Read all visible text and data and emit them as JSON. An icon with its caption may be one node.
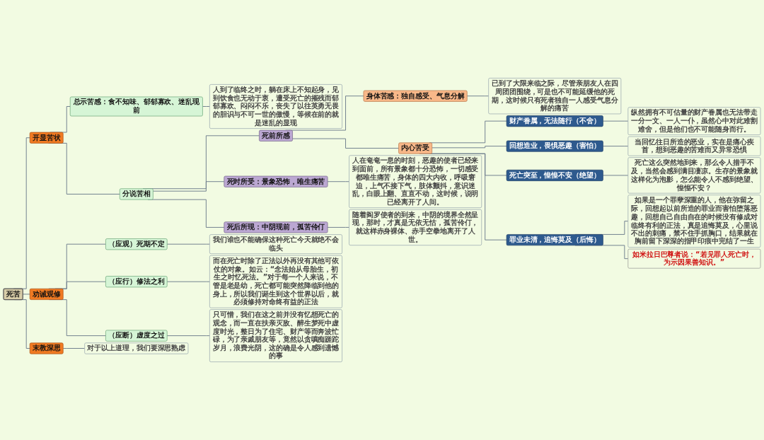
{
  "diagram": {
    "nodes": [
      {
        "text": [
          "死苦"
        ]
      },
      {
        "text": [
          "开显苦状"
        ]
      },
      {
        "text": [
          "总示苦感：食不知味、郁郁寡欢、迷乱现前"
        ]
      },
      {
        "text": [
          "人到了临终之时，躺在床上不知起身，见到饮食也无动于衷，遭受死亡的摧残而郁郁寡欢、闷闷不乐，丧失了以往英勇无畏的胆识与不可一世的傲慢，等候在前的就是迷乱的显现"
        ]
      },
      {
        "text": [
          "分说苦相"
        ]
      },
      {
        "text": [
          "死前所感"
        ]
      },
      {
        "text": [
          "身体苦感：独自感受、气息分解"
        ]
      },
      {
        "text": [
          "已到了大限来临之际，尽管亲朋友人在四周团团围绕，可是也不可能延缓他的死期，这时候只有死者独自一人感受气息分解的痛苦"
        ]
      },
      {
        "text": [
          "内心苦受"
        ]
      },
      {
        "text": [
          "财产眷属，无法随行（不舍）"
        ]
      },
      {
        "text": [
          "纵然拥有不可估量的财产眷属也无法带走一分一文、一人一仆，虽然心中对此难割难舍，但是他们也不可能随身而行。"
        ]
      },
      {
        "text": [
          "回想造业，畏惧恶趣（害怕）"
        ]
      },
      {
        "text": [
          "当回忆往日所造的恶业，实在是痛心疾首，想到恶趣的苦难而又异常恐惧"
        ]
      },
      {
        "text": [
          "死亡突至，惶惶不安（绝望）"
        ]
      },
      {
        "text": [
          "死亡这么突然地到来，那么令人措手不及，当然会感到满目凄凉。生存的景象就这样化为泡影，怎么能令人不感到绝望、惶惶不安？"
        ]
      },
      {
        "text": [
          "罪业未清，追悔莫及（后悔）"
        ]
      },
      {
        "text": [
          "如果是一个罪孽深重的人，他在弥留之际，回想起以前所造的罪业而害怕堕落恶趣，回想自己自由自在的时候没有修成对临终有利的正法，真是追悔莫及，心里说不出的刺痛，禁不住手抓胸口，结果就在胸前留下深深的指甲印痕中完结了一生"
        ]
      },
      {
        "text": [
          "如米拉日巴尊者说：“若见罪人死亡时，为示因果善知识。”"
        ]
      },
      {
        "text": [
          "死时所受：景象恐怖，唯生痛苦"
        ]
      },
      {
        "text": [
          "人在奄奄一息的时刻，恶趣的使者已经来到面前，所有景象都十分恐怖，一切感受都唯生痛苦，身体的四大内收，呼吸窘迫，上气不接下气，肢体颤抖，意识迷乱，白眼上翻、直直不动，这时候，说明已经离开了人间。"
        ]
      },
      {
        "text": [
          "死后所现：中阴现前，孤苦伶仃"
        ]
      },
      {
        "text": [
          "随着阎罗使者的到来，中阴的境界全然呈现，那时，才真是无依无怙，孤苦伶仃，就这样赤身裸体、赤手空拳地离开了人世。"
        ]
      },
      {
        "text": [
          "劝诫观修"
        ]
      },
      {
        "text": [
          "（应观）死期不定"
        ]
      },
      {
        "text": [
          "我们谁也不能确保这种死亡今天就绝不会临头"
        ]
      },
      {
        "text": [
          "（应行）修法之利"
        ]
      },
      {
        "text": [
          "而在死亡时除了正法以外再没有其他可依仗的对象。如云：“念法始从母胎生，初生之时忆死法。”对于每一个人来说，不管是老是幼，死亡都可能突然降临到他的身上，所以我们诞生到这个世界以后，就必须修持对命终有益的正法"
        ]
      },
      {
        "text": [
          "（应断）虚度之过"
        ]
      },
      {
        "text": [
          "只可惜，我们在这之前并没有忆想死亡的观念，而一直在扶亲灭敌、醉生梦死中虚度时光，整日为了住宅、财产等而奔波忙碌，为了亲戚朋友等，竟然以贪嗔痴蹉跎岁月，浪费光阴，这的确是令人感到遗憾的事"
        ]
      },
      {
        "text": [
          "末教深思"
        ]
      },
      {
        "text": [
          "对于以上道理，我们要深思熟虑"
        ]
      }
    ],
    "edges": [
      {
        "from": 0,
        "to": 1,
        "arrow": "none"
      },
      {
        "from": 1,
        "to": 2,
        "arrow": "none"
      },
      {
        "from": 2,
        "to": 3,
        "arrow": "none"
      },
      {
        "from": 1,
        "to": 4,
        "arrow": "none"
      },
      {
        "from": 4,
        "to": 5,
        "arrow": "none"
      },
      {
        "from": 5,
        "to": 6,
        "arrow": "none"
      },
      {
        "from": 6,
        "to": 7,
        "arrow": "none"
      },
      {
        "from": 5,
        "to": 8,
        "arrow": "none"
      },
      {
        "from": 8,
        "to": 9,
        "arrow": "none"
      },
      {
        "from": 9,
        "to": 10,
        "arrow": "none"
      },
      {
        "from": 8,
        "to": 11,
        "arrow": "none"
      },
      {
        "from": 11,
        "to": 12,
        "arrow": "none"
      },
      {
        "from": 8,
        "to": 13,
        "arrow": "none"
      },
      {
        "from": 13,
        "to": 14,
        "arrow": "none"
      },
      {
        "from": 8,
        "to": 15,
        "arrow": "none"
      },
      {
        "from": 15,
        "to": 16,
        "arrow": "none"
      },
      {
        "from": 15,
        "to": 17,
        "arrow": "none"
      },
      {
        "from": 4,
        "to": 18,
        "arrow": "none"
      },
      {
        "from": 18,
        "to": 19,
        "arrow": "none"
      },
      {
        "from": 4,
        "to": 20,
        "arrow": "none"
      },
      {
        "from": 20,
        "to": 21,
        "arrow": "none"
      },
      {
        "from": 0,
        "to": 22,
        "arrow": "none"
      },
      {
        "from": 22,
        "to": 23,
        "arrow": "none"
      },
      {
        "from": 23,
        "to": 24,
        "arrow": "none"
      },
      {
        "from": 22,
        "to": 25,
        "arrow": "none"
      },
      {
        "from": 25,
        "to": 26,
        "arrow": "none"
      },
      {
        "from": 22,
        "to": 27,
        "arrow": "none"
      },
      {
        "from": 27,
        "to": 28,
        "arrow": "none"
      },
      {
        "from": 0,
        "to": 29,
        "arrow": "none"
      },
      {
        "from": 29,
        "to": 30,
        "arrow": "none"
      }
    ]
  }
}
